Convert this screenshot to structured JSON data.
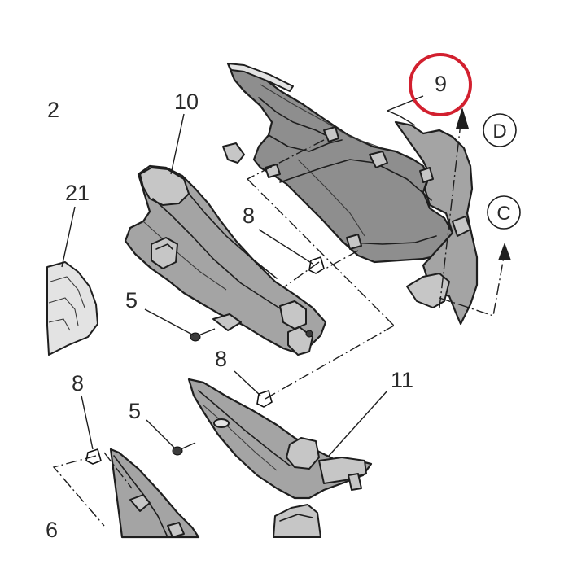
{
  "callouts": {
    "p2": "2",
    "p10": "10",
    "p9": "9",
    "p21": "21",
    "p8_upper": "8",
    "p5_upper": "5",
    "p8_middle": "8",
    "p11": "11",
    "p8_lower": "8",
    "p5_lower": "5",
    "p6": "6"
  },
  "reference_letters": {
    "d": "D",
    "c": "C"
  },
  "highlight": {
    "target": "9",
    "color": "#d2202f"
  },
  "colors": {
    "part_fill": "#8e8e8e",
    "outline": "#1e1e1e",
    "background": "#ffffff"
  }
}
